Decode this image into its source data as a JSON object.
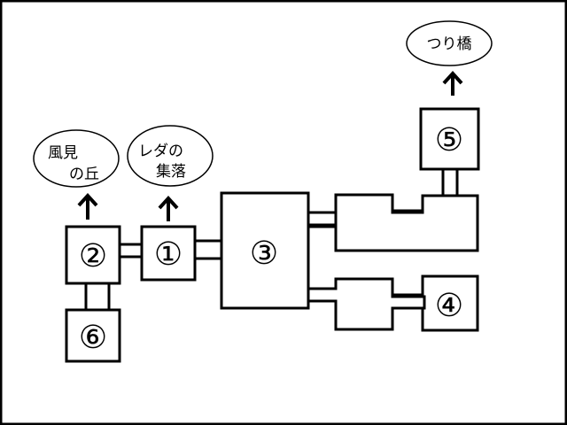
{
  "map": {
    "rooms": [
      {
        "id": "room-1",
        "label": "①"
      },
      {
        "id": "room-2",
        "label": "②"
      },
      {
        "id": "room-3",
        "label": "③"
      },
      {
        "id": "room-4",
        "label": "④"
      },
      {
        "id": "room-5",
        "label": "⑤"
      },
      {
        "id": "room-6",
        "label": "⑥"
      }
    ],
    "exits": {
      "kazami": {
        "line1": "風見",
        "line2": "の丘"
      },
      "reda": {
        "line1": "レダの",
        "line2": "集落"
      },
      "tsuribashi": {
        "line1": "つり橋"
      }
    },
    "colors": {
      "stroke": "#000000",
      "fill": "#ffffff"
    }
  }
}
